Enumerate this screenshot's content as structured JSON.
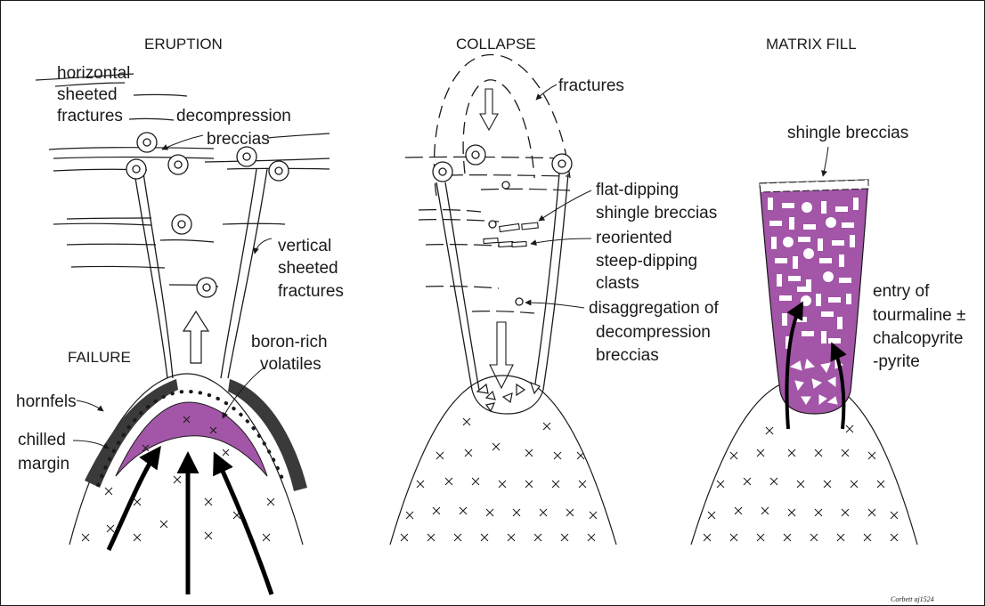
{
  "colors": {
    "magma": "#a355a7",
    "hornfels": "#3a3a3a",
    "line": "#1a1a1a"
  },
  "panels": {
    "eruption": {
      "title": "ERUPTION",
      "failure": "FAILURE",
      "labels": {
        "horizontal": "horizontal",
        "sheeted": "sheeted",
        "fractures": "fractures",
        "decompression": "decompression",
        "breccias": "breccias",
        "vertical": "vertical",
        "vsheeted": "sheeted",
        "vfractures": "fractures",
        "boron1": "boron-rich",
        "boron2": "volatiles",
        "hornfels": "hornfels",
        "chilled": "chilled",
        "margin": "margin"
      }
    },
    "collapse": {
      "title": "COLLAPSE",
      "labels": {
        "fractures": "fractures",
        "flat1": "flat-dipping",
        "flat2": "shingle breccias",
        "reor1": "reoriented",
        "reor2": "steep-dipping",
        "reor3": "clasts",
        "dis1": "disaggregation of",
        "dis2": "decompression",
        "dis3": "breccias"
      }
    },
    "matrix": {
      "title": "MATRIX FILL",
      "labels": {
        "shingle": "shingle breccias",
        "entry1": "entry of",
        "entry2": "tourmaline ±",
        "entry3": "chalcopyrite",
        "entry4": "-pyrite"
      }
    }
  },
  "credit": "Corbett aj1524"
}
